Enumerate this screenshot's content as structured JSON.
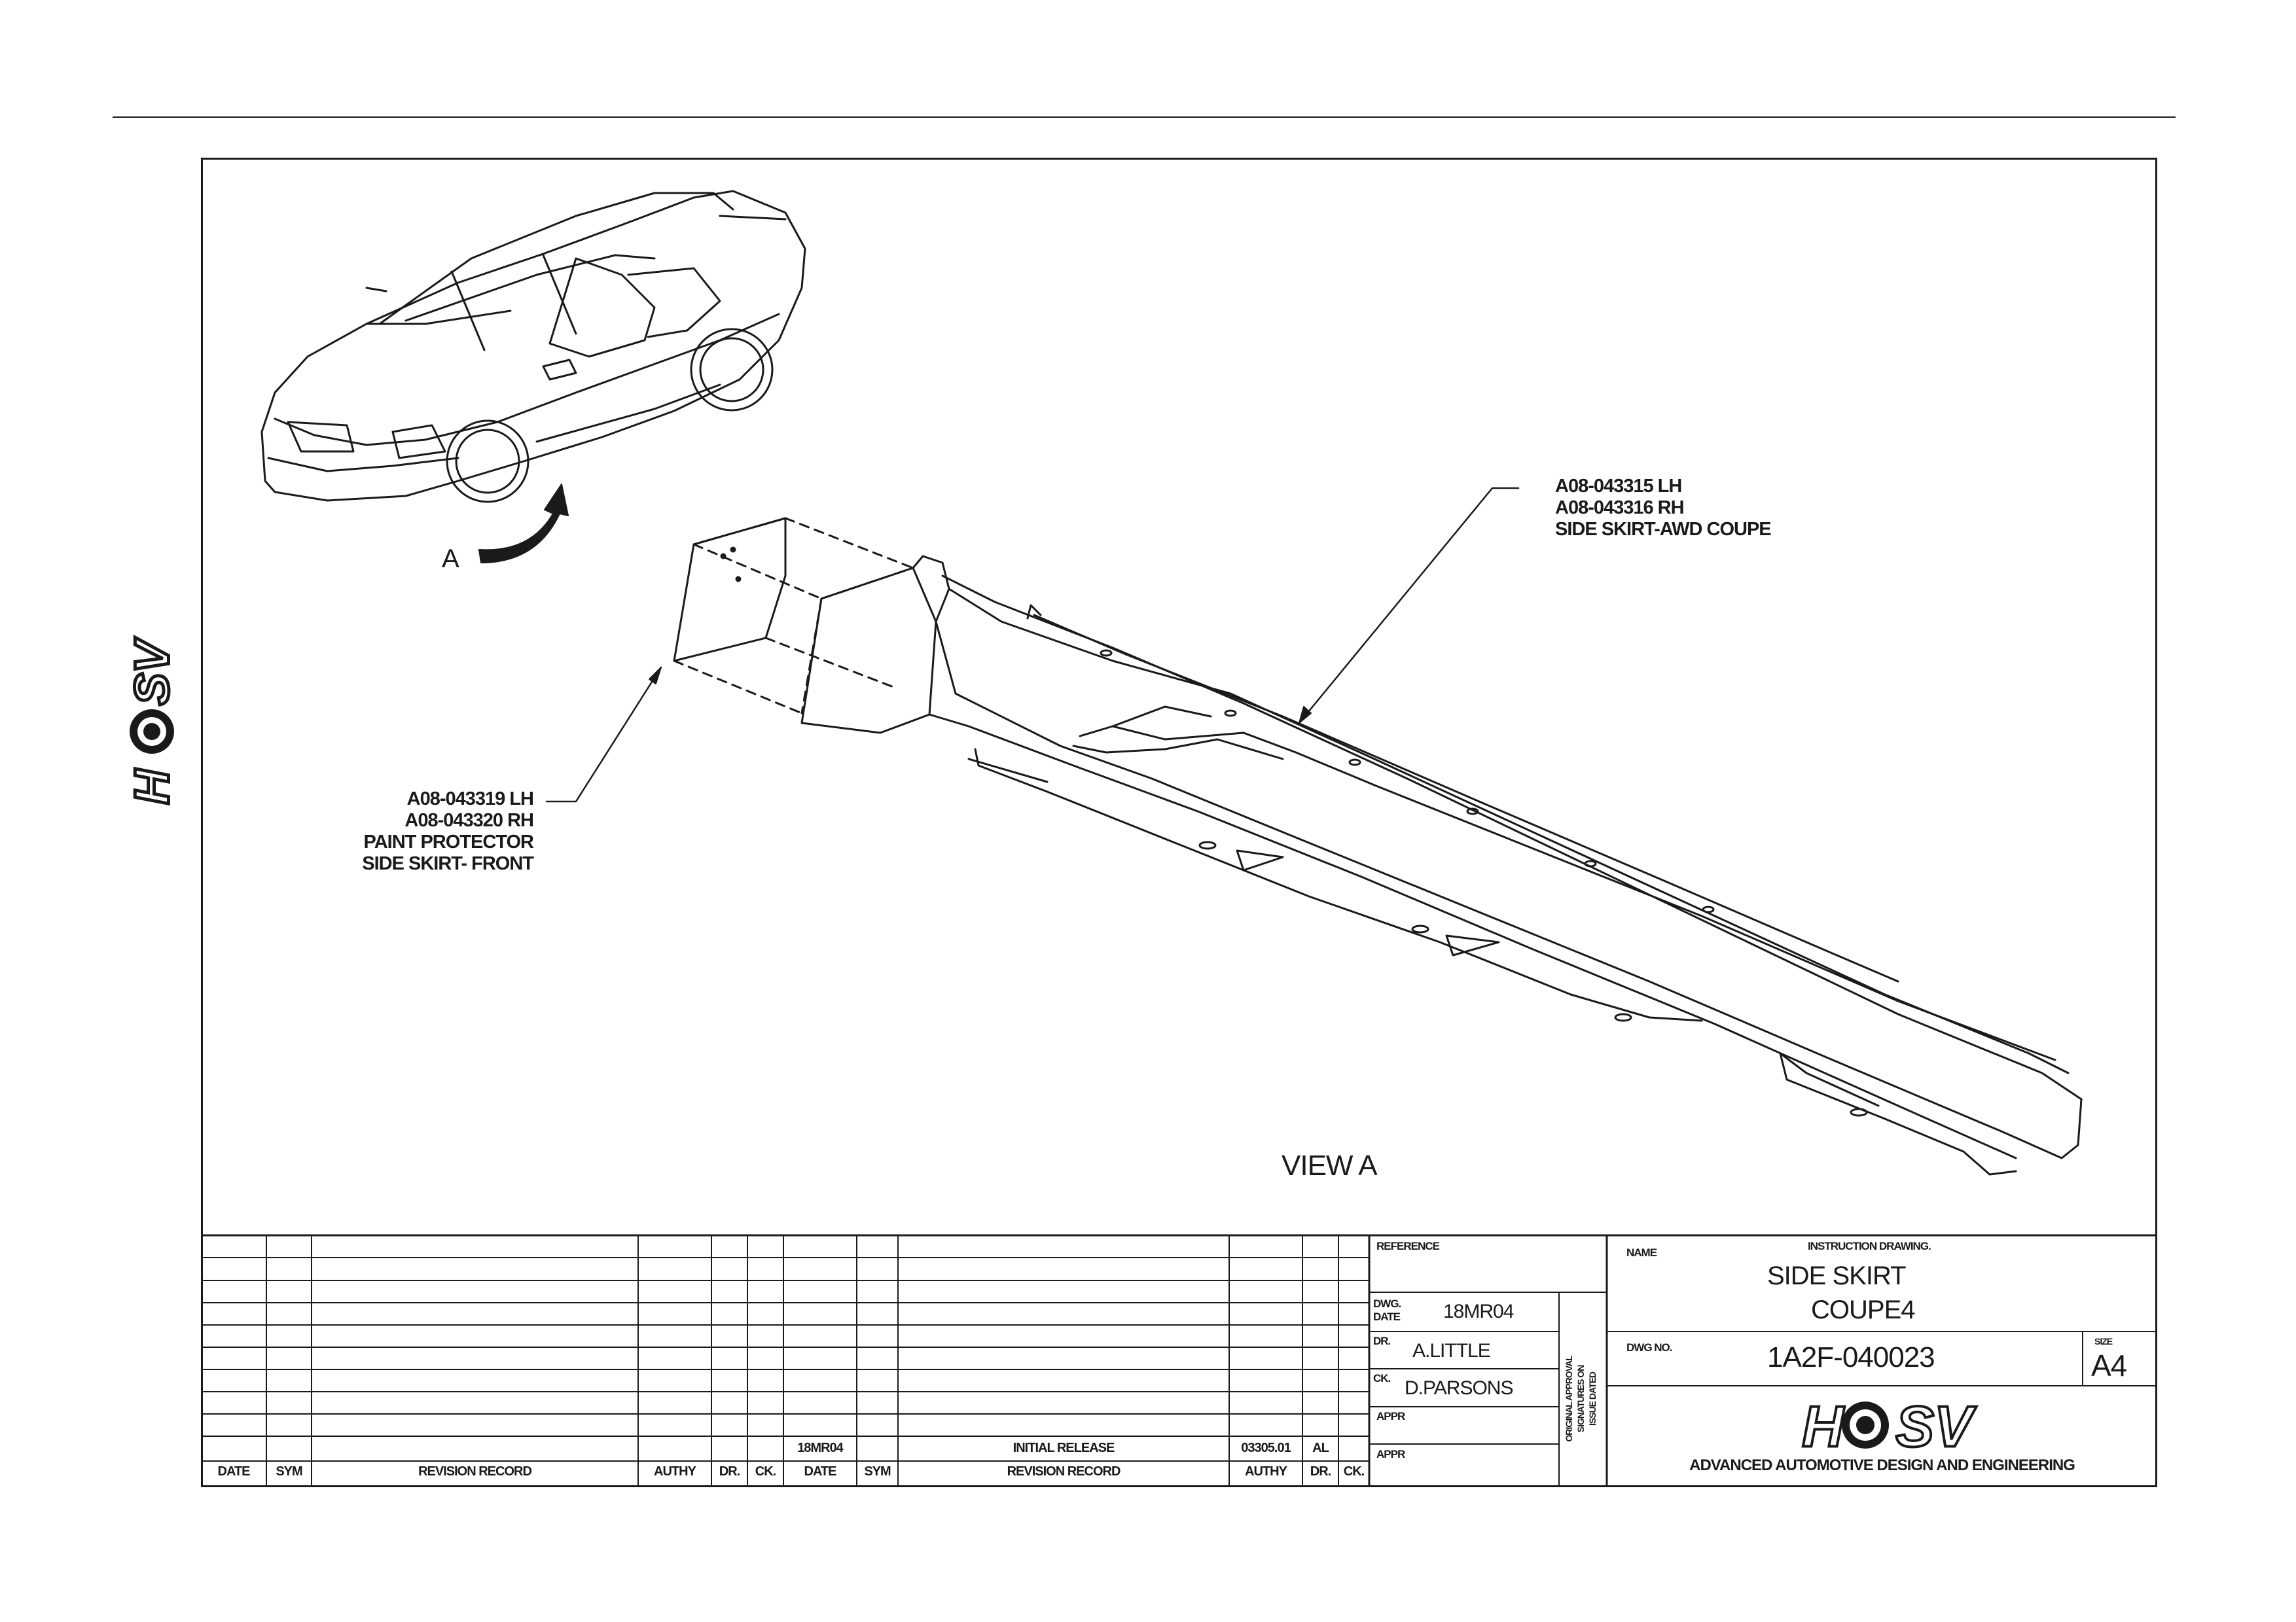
{
  "callouts": {
    "view_marker": "A",
    "view_title": "VIEW A",
    "side_skirt": [
      "A08-043315 LH",
      "A08-043316 RH",
      "SIDE SKIRT-AWD COUPE"
    ],
    "paint_protector": [
      "A08-043319 LH",
      "A08-043320 RH",
      "PAINT PROTECTOR",
      "SIDE SKIRT- FRONT"
    ]
  },
  "revision_table": {
    "headers": [
      "DATE",
      "SYM",
      "REVISION RECORD",
      "AUTHY",
      "DR.",
      "CK.",
      "DATE",
      "SYM",
      "REVISION RECORD",
      "AUTHY",
      "DR.",
      "CK."
    ],
    "entry": {
      "date": "18MR04",
      "record": "INITIAL RELEASE",
      "authy": "03305.01",
      "dr": "AL"
    }
  },
  "title_block": {
    "reference_label": "REFERENCE",
    "dwg_date_label": [
      "DWG.",
      "DATE"
    ],
    "dwg_date": "18MR04",
    "dr_label": "DR.",
    "dr_name": "A.LITTLE",
    "ck_label": "CK.",
    "ck_name": "D.PARSONS",
    "appr_label_1": "APPR",
    "appr_label_2": "APPR",
    "approval_note": [
      "ORIGINAL APPROVAL",
      "SIGNATURES ON",
      "ISSUE DATED"
    ],
    "name_label": "NAME",
    "instruction": "INSTRUCTION DRAWING.",
    "title_line_1": "SIDE SKIRT",
    "title_line_2": "COUPE4",
    "dwg_no_label": "DWG NO.",
    "dwg_no": "1A2F-040023",
    "size_label": "SIZE",
    "size": "A4",
    "company": "ADVANCED AUTOMOTIVE DESIGN AND ENGINEERING"
  },
  "logos": {
    "side": "HSV",
    "title_block": "HSV"
  },
  "colors": {
    "ink": "#1a1a1a",
    "paper": "#ffffff"
  }
}
